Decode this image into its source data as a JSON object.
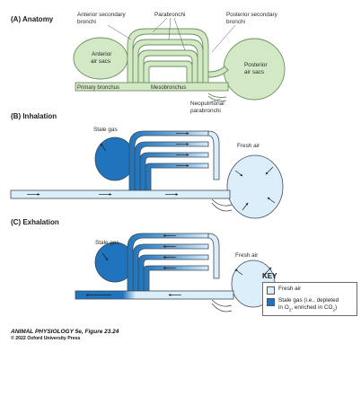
{
  "panels": {
    "a_title": "(A) Anatomy",
    "b_title": "(B) Inhalation",
    "c_title": "(C) Exhalation"
  },
  "anatomy_labels": {
    "anterior_secondary_bronchi_1": "Anterior secondary",
    "anterior_secondary_bronchi_2": "bronchi",
    "parabronchi": "Parabronchi",
    "posterior_secondary_bronchi_1": "Posterior secondary",
    "posterior_secondary_bronchi_2": "bronchi",
    "anterior_air_sacs_1": "Anterior",
    "anterior_air_sacs_2": "air sacs",
    "posterior_air_sacs_1": "Posterior",
    "posterior_air_sacs_2": "air sacs",
    "primary_bronchus": "Primary bronchus",
    "mesobronchus": "Mesobronchus",
    "neopulmonal_1": "Neopulmonal",
    "neopulmonal_2": "parabronchi"
  },
  "inhalation_labels": {
    "stale_gas": "Stale gas",
    "fresh_air": "Fresh air"
  },
  "exhalation_labels": {
    "stale_gas": "Stale gas",
    "fresh_air": "Fresh air"
  },
  "key": {
    "title": "KEY",
    "fresh_label": "Fresh air",
    "stale_label_line1": "Stale gas (i.e., depleted",
    "stale_label_line2_pre": "in O",
    "stale_label_line2_sub1": "2",
    "stale_label_line2_mid": ", enriched in CO",
    "stale_label_line2_sub2": "2",
    "stale_label_line2_post": ")"
  },
  "caption": {
    "line1": "ANIMAL PHYSIOLOGY 5e, Figure 23.24",
    "line2": "© 2022 Oxford University Press"
  },
  "colors": {
    "anatomy_fill": "#d3e9c6",
    "anatomy_stroke": "#6d8f5f",
    "fresh_air": "#dbeefa",
    "stale_gas": "#1f74bd",
    "outline": "#3f4a55"
  }
}
